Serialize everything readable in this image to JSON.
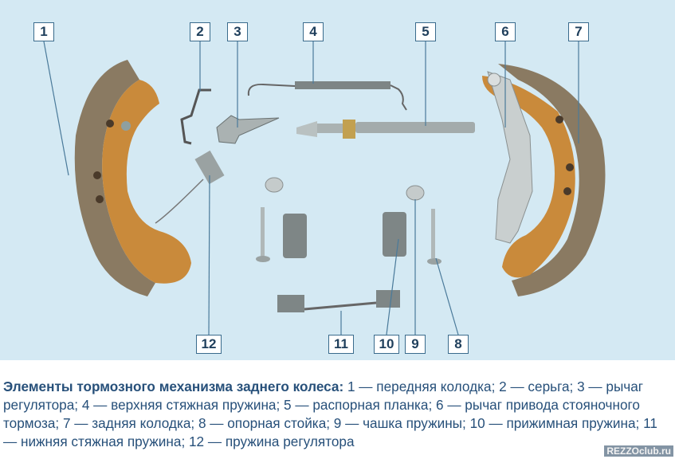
{
  "figure": {
    "callouts": [
      "1",
      "2",
      "3",
      "4",
      "5",
      "6",
      "7",
      "8",
      "9",
      "10",
      "11",
      "12"
    ]
  },
  "caption": {
    "title": "Элементы тормозного механизма заднего колеса:",
    "body": " 1 — передняя колодка; 2 — серьга; 3 — рычаг регулятора; 4 — верхняя стяжная пружина; 5 — распорная планка; 6 — рычаг привода стояночного тормоза; 7 — задняя колодка; 8 — опорная стойка; 9 — чашка пружины; 10 — прижимная пружина; 11 — нижняя стяжная пружина; 12 — пружина регулятора"
  },
  "watermark": "REZZOclub.ru",
  "colors": {
    "background": "#d4e9f3",
    "callout_border": "#3a6b8c",
    "caption_text": "#27507a",
    "lining": "#8a7a62",
    "shoe_rim": "#c98a3b"
  }
}
